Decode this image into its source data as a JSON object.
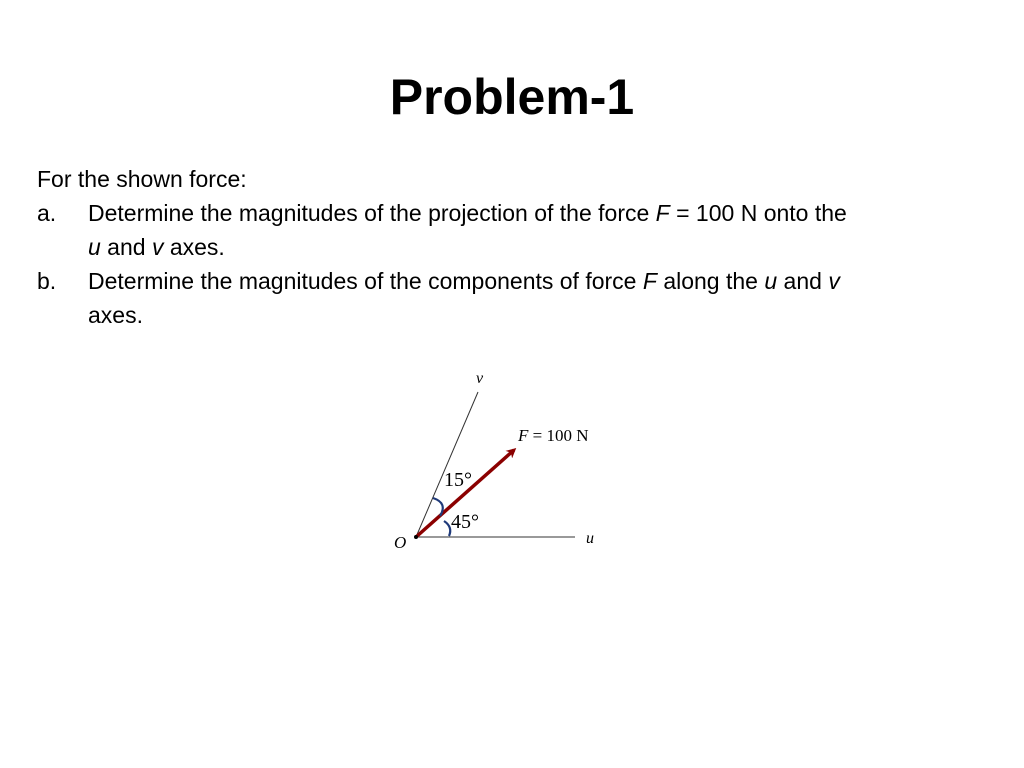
{
  "slide": {
    "title": "Problem-1",
    "intro": "For the shown force:",
    "items": [
      {
        "marker": "a.",
        "line1_before": "Determine the magnitudes of the projection of the force ",
        "line1_var": "F",
        "line1_after": " = 100 N onto the",
        "line2_var1": "u",
        "line2_mid": " and ",
        "line2_var2": "v",
        "line2_after": " axes."
      },
      {
        "marker": "b.",
        "line1_before": "Determine the magnitudes of the components of force ",
        "line1_var": "F",
        "line1_mid": " along the ",
        "line1_var2": "u",
        "line1_mid2": " and ",
        "line1_var3": "v",
        "line2": "axes."
      }
    ]
  },
  "diagram": {
    "label_v": "v",
    "label_u": "u",
    "label_origin": "O",
    "force_var": "F",
    "force_rest": " = 100 N",
    "angle_top": "15°",
    "angle_bottom": "45°",
    "colors": {
      "force": "#8B0000",
      "arc": "#1f3a7a",
      "axis": "#333333"
    }
  }
}
